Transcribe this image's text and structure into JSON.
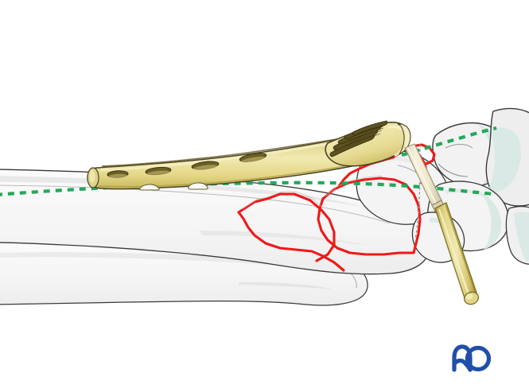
{
  "illustration": {
    "title": "Distal radius fracture fixation with volar plate and drill guide",
    "view": "lateral",
    "background_color": "#ffffff"
  },
  "logo": {
    "name": "AO",
    "text": "AO",
    "color": "#1f4fa8",
    "position": "bottom-right"
  },
  "palette": {
    "bone_fill": "#f7f7f7",
    "bone_fill_shadow": "#ececec",
    "bone_outline": "#3a3a3a",
    "bone_outline_soft": "#9a9a9a",
    "cartilage_teal": "#d6e8e4",
    "cartilage_teal_dark": "#c3ded8",
    "plate_gold": "#e8dd8e",
    "plate_gold_light": "#f2ebb4",
    "plate_gold_dark": "#cbbd5e",
    "plate_hole_dark": "#6b5f22",
    "plate_outline": "#4a4326",
    "drill_gold": "#ddd07a",
    "drill_gold_dark": "#b8a847",
    "drill_sleeve": "#f2ecd5",
    "fracture_red": "#f01818",
    "axis_green": "#22a85a",
    "guide_dot_grey": "#9b9b9b"
  },
  "elements": {
    "radius_shaft": {
      "label": "radius shaft",
      "description": "long bone extending from left edge to the distal articular surface"
    },
    "ulna_shaft": {
      "label": "ulna shaft",
      "description": "lower long bone with rounded ulnar head"
    },
    "volar_plate": {
      "label": "volar locking plate",
      "material": "titanium",
      "color": "#e8dd8e",
      "shaft_hole_count": 4,
      "head_hole_count": 5,
      "description": "curved plate applied along the volar cortex with oval shaft holes and a fan of distal locking holes"
    },
    "drill_bit": {
      "label": "drill bit with guide sleeve",
      "color": "#ddd07a",
      "sleeve_color": "#f2ecd5",
      "description": "drill passing obliquely through the distal fragment, entering at the distal plate hole"
    },
    "fracture_lines": {
      "label": "intraarticular fracture lines",
      "color": "#f01818",
      "count": 3,
      "description": "zigzag red lines outlining the free intraarticular fragments"
    },
    "reference_axes": {
      "label": "anatomical reference axes",
      "color": "#22a85a",
      "style": "dashed",
      "count": 2,
      "description": "green dashed lines marking the radial shaft axis and the carpal/articular alignment axis"
    },
    "carpal_bones": {
      "label": "carpal bones",
      "cartilage_color": "#d6e8e4",
      "description": "scaphoid, lunate and adjacent carpus with pale teal cartilage surfaces"
    },
    "drill_trajectory_guide": {
      "label": "drill trajectory guide",
      "color": "#9b9b9b",
      "style": "dotted",
      "description": "faint dotted line indicating the intended screw path"
    }
  }
}
